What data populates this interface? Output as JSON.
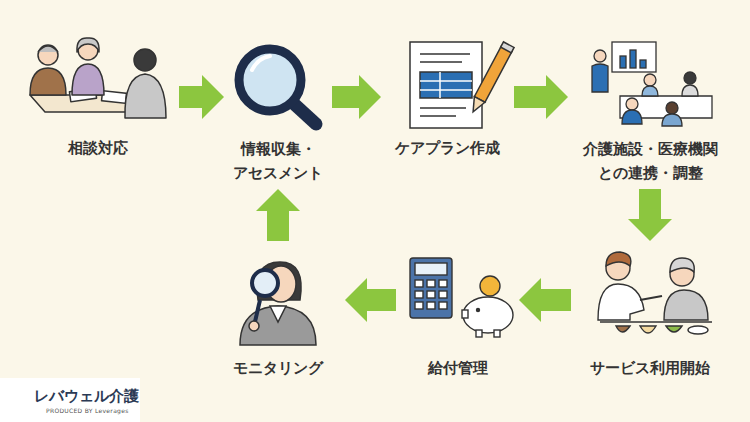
{
  "diagram": {
    "nodes": [
      {
        "text": [
          "相談対応"
        ]
      },
      {
        "text": [
          "情報収集・ アセスメント"
        ]
      },
      {
        "text": [
          "ケアプラン作成"
        ]
      },
      {
        "text": [
          "介護施設・医療機関 との連携・調整"
        ]
      },
      {
        "text": [
          "サービス利用開始"
        ]
      },
      {
        "text": [
          "給付管理"
        ]
      },
      {
        "text": [
          "モニタリング"
        ]
      }
    ],
    "edges": [
      {
        "from": 0,
        "to": 1,
        "arrow": "to"
      },
      {
        "from": 1,
        "to": 2,
        "arrow": "to"
      },
      {
        "from": 2,
        "to": 3,
        "arrow": "to"
      },
      {
        "from": 3,
        "to": 4,
        "arrow": "to"
      },
      {
        "from": 4,
        "to": 5,
        "arrow": "to"
      },
      {
        "from": 5,
        "to": 6,
        "arrow": "to"
      },
      {
        "from": 6,
        "to": 1,
        "arrow": "to"
      }
    ],
    "labels": [
      "レバウェル介護",
      "PRODUCED BY Leverages"
    ]
  }
}
